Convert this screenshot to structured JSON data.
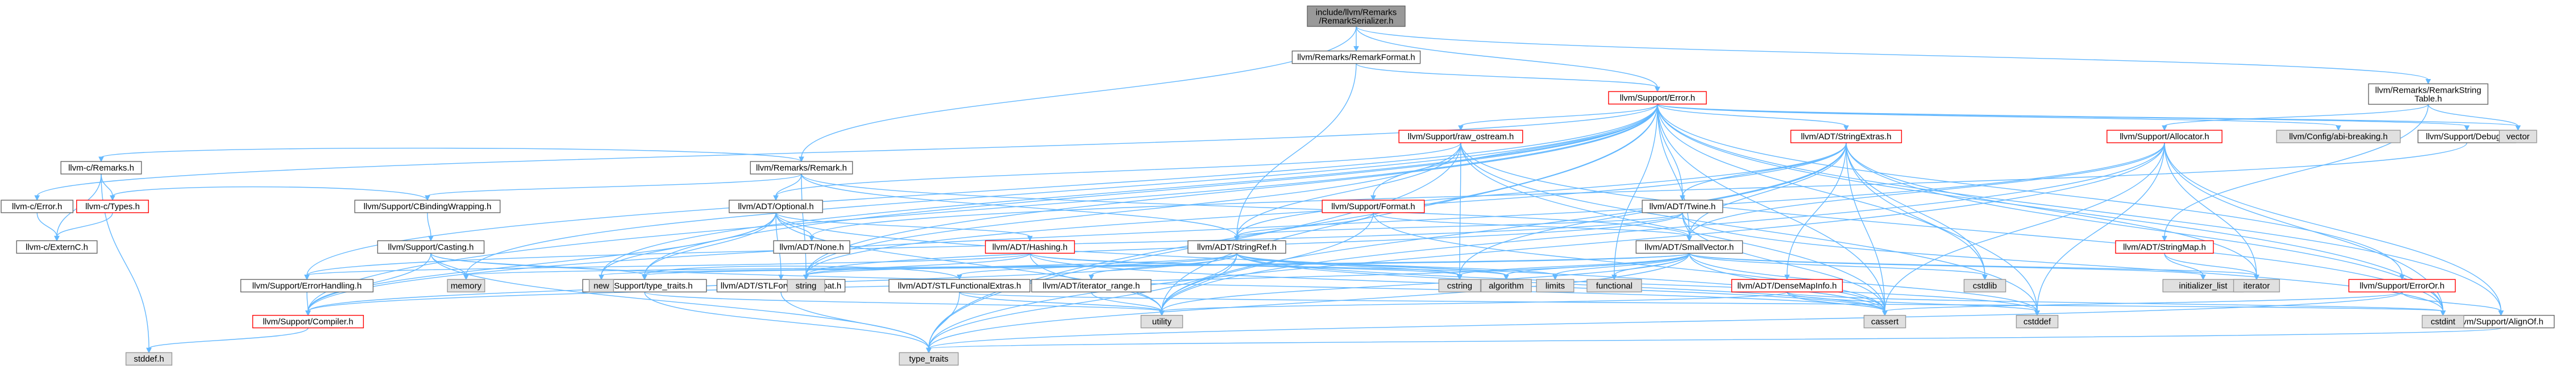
{
  "graph": {
    "colors": {
      "root_fill": "#999999",
      "root_stroke": "#666666",
      "file_fill": "#ffffff",
      "file_stroke": "#666666",
      "alert_stroke": "#ff0000",
      "system_fill": "#e0e0e0",
      "system_stroke": "#999999",
      "edge": "#63b8ff"
    },
    "nodes": [
      {
        "id": "root",
        "kind": "root",
        "lines": [
          "include/llvm/Remarks",
          "/RemarkSerializer.h"
        ]
      },
      {
        "id": "remarkformat",
        "kind": "file",
        "lines": [
          "llvm/Remarks/RemarkFormat.h"
        ]
      },
      {
        "id": "remarkstringtable",
        "kind": "file",
        "lines": [
          "llvm/Remarks/RemarkString",
          "Table.h"
        ]
      },
      {
        "id": "remark",
        "kind": "file",
        "lines": [
          "llvm/Remarks/Remark.h"
        ]
      },
      {
        "id": "supporterror",
        "kind": "alert",
        "lines": [
          "llvm/Support/Error.h"
        ]
      },
      {
        "id": "llvmcerror",
        "kind": "file",
        "lines": [
          "llvm-c/Error.h"
        ]
      },
      {
        "id": "llvmcremarks",
        "kind": "file",
        "lines": [
          "llvm-c/Remarks.h"
        ]
      },
      {
        "id": "llvmctypes",
        "kind": "alert",
        "lines": [
          "llvm-c/Types.h"
        ]
      },
      {
        "id": "llvmcexternc",
        "kind": "file",
        "lines": [
          "llvm-c/ExternC.h"
        ]
      },
      {
        "id": "cbindingwrapping",
        "kind": "file",
        "lines": [
          "llvm/Support/CBindingWrapping.h"
        ]
      },
      {
        "id": "casting",
        "kind": "file",
        "lines": [
          "llvm/Support/Casting.h"
        ]
      },
      {
        "id": "optional",
        "kind": "file",
        "lines": [
          "llvm/ADT/Optional.h"
        ]
      },
      {
        "id": "none",
        "kind": "file",
        "lines": [
          "llvm/ADT/None.h"
        ]
      },
      {
        "id": "hashing",
        "kind": "alert",
        "lines": [
          "llvm/ADT/Hashing.h"
        ]
      },
      {
        "id": "stlforwardcompat",
        "kind": "file",
        "lines": [
          "llvm/ADT/STLForwardCompat.h"
        ]
      },
      {
        "id": "rawostream",
        "kind": "alert",
        "lines": [
          "llvm/Support/raw_ostream.h"
        ]
      },
      {
        "id": "format",
        "kind": "alert",
        "lines": [
          "llvm/Support/Format.h"
        ]
      },
      {
        "id": "stringextras",
        "kind": "alert",
        "lines": [
          "llvm/ADT/StringExtras.h"
        ]
      },
      {
        "id": "twine",
        "kind": "file",
        "lines": [
          "llvm/ADT/Twine.h"
        ]
      },
      {
        "id": "stringref",
        "kind": "file",
        "lines": [
          "llvm/ADT/StringRef.h"
        ]
      },
      {
        "id": "smallvector",
        "kind": "file",
        "lines": [
          "llvm/ADT/SmallVector.h"
        ]
      },
      {
        "id": "stlfunctionalextras",
        "kind": "file",
        "lines": [
          "llvm/ADT/STLFunctionalExtras.h"
        ]
      },
      {
        "id": "iteratorrange",
        "kind": "file",
        "lines": [
          "llvm/ADT/iterator_range.h"
        ]
      },
      {
        "id": "densemapinfo",
        "kind": "alert",
        "lines": [
          "llvm/ADT/DenseMapInfo.h"
        ]
      },
      {
        "id": "allocator",
        "kind": "alert",
        "lines": [
          "llvm/Support/Allocator.h"
        ]
      },
      {
        "id": "stringmap",
        "kind": "alert",
        "lines": [
          "llvm/ADT/StringMap.h"
        ]
      },
      {
        "id": "errorhandling",
        "kind": "file",
        "lines": [
          "llvm/Support/ErrorHandling.h"
        ]
      },
      {
        "id": "compiler",
        "kind": "alert",
        "lines": [
          "llvm/Support/Compiler.h"
        ]
      },
      {
        "id": "typetraitsh",
        "kind": "file",
        "lines": [
          "llvm/Support/type_traits.h"
        ]
      },
      {
        "id": "configabi",
        "kind": "system",
        "lines": [
          "llvm/Config/abi-breaking.h"
        ]
      },
      {
        "id": "debug",
        "kind": "file",
        "lines": [
          "llvm/Support/Debug.h"
        ]
      },
      {
        "id": "erroror",
        "kind": "alert",
        "lines": [
          "llvm/Support/ErrorOr.h"
        ]
      },
      {
        "id": "alignof",
        "kind": "file",
        "lines": [
          "llvm/Support/AlignOf.h"
        ]
      },
      {
        "id": "stddef",
        "kind": "system",
        "lines": [
          "stddef.h"
        ]
      },
      {
        "id": "memory",
        "kind": "system",
        "lines": [
          "memory"
        ]
      },
      {
        "id": "new",
        "kind": "system",
        "lines": [
          "new"
        ]
      },
      {
        "id": "string",
        "kind": "system",
        "lines": [
          "string"
        ]
      },
      {
        "id": "utility",
        "kind": "system",
        "lines": [
          "utility"
        ]
      },
      {
        "id": "typetraits",
        "kind": "system",
        "lines": [
          "type_traits"
        ]
      },
      {
        "id": "cstring",
        "kind": "system",
        "lines": [
          "cstring"
        ]
      },
      {
        "id": "algorithm",
        "kind": "system",
        "lines": [
          "algorithm"
        ]
      },
      {
        "id": "limits",
        "kind": "system",
        "lines": [
          "limits"
        ]
      },
      {
        "id": "functional",
        "kind": "system",
        "lines": [
          "functional"
        ]
      },
      {
        "id": "cstdlib",
        "kind": "system",
        "lines": [
          "cstdlib"
        ]
      },
      {
        "id": "cassert",
        "kind": "system",
        "lines": [
          "cassert"
        ]
      },
      {
        "id": "cstddef",
        "kind": "system",
        "lines": [
          "cstddef"
        ]
      },
      {
        "id": "initializerlist",
        "kind": "system",
        "lines": [
          "initializer_list"
        ]
      },
      {
        "id": "iterator",
        "kind": "system",
        "lines": [
          "iterator"
        ]
      },
      {
        "id": "cstdint",
        "kind": "system",
        "lines": [
          "cstdint"
        ]
      },
      {
        "id": "vector",
        "kind": "system",
        "lines": [
          "vector"
        ]
      }
    ],
    "edges": [
      [
        "root",
        "remarkformat"
      ],
      [
        "root",
        "remarkstringtable"
      ],
      [
        "root",
        "remark"
      ],
      [
        "root",
        "supporterror"
      ],
      [
        "remarkformat",
        "stringref"
      ],
      [
        "remarkformat",
        "supporterror"
      ],
      [
        "remarkstringtable",
        "allocator"
      ],
      [
        "remarkstringtable",
        "stringmap"
      ],
      [
        "remarkstringtable",
        "vector"
      ],
      [
        "remark",
        "llvmcremarks"
      ],
      [
        "remark",
        "optional"
      ],
      [
        "remark",
        "smallvector"
      ],
      [
        "remark",
        "stringref"
      ],
      [
        "remark",
        "cbindingwrapping"
      ],
      [
        "remark",
        "string"
      ],
      [
        "supporterror",
        "llvmcerror"
      ],
      [
        "supporterror",
        "configabi"
      ],
      [
        "supporterror",
        "stringextras"
      ],
      [
        "supporterror",
        "twine"
      ],
      [
        "supporterror",
        "debug"
      ],
      [
        "supporterror",
        "erroror"
      ],
      [
        "supporterror",
        "format"
      ],
      [
        "supporterror",
        "rawostream"
      ],
      [
        "supporterror",
        "compiler"
      ],
      [
        "supporterror",
        "errorhandling"
      ],
      [
        "supporterror",
        "smallvector"
      ],
      [
        "supporterror",
        "alignof"
      ],
      [
        "supporterror",
        "cstdint"
      ],
      [
        "supporterror",
        "cstdlib"
      ],
      [
        "supporterror",
        "functional"
      ],
      [
        "supporterror",
        "memory"
      ],
      [
        "supporterror",
        "new"
      ],
      [
        "supporterror",
        "string"
      ],
      [
        "supporterror",
        "typetraits"
      ],
      [
        "supporterror",
        "utility"
      ],
      [
        "supporterror",
        "vector"
      ],
      [
        "supporterror",
        "typetraitsh"
      ],
      [
        "supporterror",
        "cassert"
      ],
      [
        "llvmcerror",
        "llvmcexternc"
      ],
      [
        "llvmcremarks",
        "llvmctypes"
      ],
      [
        "llvmcremarks",
        "llvmcexternc"
      ],
      [
        "llvmcremarks",
        "stddef"
      ],
      [
        "llvmctypes",
        "llvmcexternc"
      ],
      [
        "cbindingwrapping",
        "casting"
      ],
      [
        "cbindingwrapping",
        "llvmctypes"
      ],
      [
        "casting",
        "compiler"
      ],
      [
        "casting",
        "typetraitsh"
      ],
      [
        "casting",
        "cassert"
      ],
      [
        "casting",
        "memory"
      ],
      [
        "casting",
        "typetraits"
      ],
      [
        "optional",
        "hashing"
      ],
      [
        "optional",
        "none"
      ],
      [
        "optional",
        "stlforwardcompat"
      ],
      [
        "optional",
        "compiler"
      ],
      [
        "optional",
        "typetraitsh"
      ],
      [
        "optional",
        "cassert"
      ],
      [
        "optional",
        "new"
      ],
      [
        "optional",
        "utility"
      ],
      [
        "hashing",
        "errorhandling"
      ],
      [
        "hashing",
        "algorithm"
      ],
      [
        "hashing",
        "cassert"
      ],
      [
        "hashing",
        "cstring"
      ],
      [
        "hashing",
        "string"
      ],
      [
        "hashing",
        "tuple"
      ],
      [
        "hashing",
        "utility"
      ],
      [
        "stlforwardcompat",
        "typetraits"
      ],
      [
        "rawostream",
        "stringref"
      ],
      [
        "rawostream",
        "optional"
      ],
      [
        "rawostream",
        "cassert"
      ],
      [
        "rawostream",
        "cstddef"
      ],
      [
        "rawostream",
        "cstdint"
      ],
      [
        "rawostream",
        "cstring"
      ],
      [
        "rawostream",
        "string"
      ],
      [
        "rawostream",
        "typetraits"
      ],
      [
        "format",
        "stringref"
      ],
      [
        "format",
        "smallvector"
      ],
      [
        "format",
        "cassert"
      ],
      [
        "format",
        "utility"
      ],
      [
        "format",
        "cstdio"
      ],
      [
        "stringextras",
        "stringref"
      ],
      [
        "stringextras",
        "twine"
      ],
      [
        "stringextras",
        "smallvector"
      ],
      [
        "stringextras",
        "densemapinfo"
      ],
      [
        "stringextras",
        "cassert"
      ],
      [
        "stringextras",
        "cstddef"
      ],
      [
        "stringextras",
        "cstdint"
      ],
      [
        "stringextras",
        "cstdlib"
      ],
      [
        "stringextras",
        "cstring"
      ],
      [
        "stringextras",
        "iterator"
      ],
      [
        "stringextras",
        "string"
      ],
      [
        "stringextras",
        "utility"
      ],
      [
        "twine",
        "smallvector"
      ],
      [
        "twine",
        "stringref"
      ],
      [
        "twine",
        "errorhandling"
      ],
      [
        "twine",
        "cassert"
      ],
      [
        "twine",
        "cstdint"
      ],
      [
        "twine",
        "string"
      ],
      [
        "stringref",
        "stlfunctionalextras"
      ],
      [
        "stringref",
        "iteratorrange"
      ],
      [
        "stringref",
        "compiler"
      ],
      [
        "stringref",
        "algorithm"
      ],
      [
        "stringref",
        "cassert"
      ],
      [
        "stringref",
        "cstddef"
      ],
      [
        "stringref",
        "cstring"
      ],
      [
        "stringref",
        "limits"
      ],
      [
        "stringref",
        "string"
      ],
      [
        "stringref",
        "typetraits"
      ],
      [
        "stringref",
        "utility"
      ],
      [
        "smallvector",
        "compiler"
      ],
      [
        "smallvector",
        "typetraitsh"
      ],
      [
        "smallvector",
        "algorithm"
      ],
      [
        "smallvector",
        "cassert"
      ],
      [
        "smallvector",
        "cstddef"
      ],
      [
        "smallvector",
        "cstdlib"
      ],
      [
        "smallvector",
        "cstring"
      ],
      [
        "smallvector",
        "functional"
      ],
      [
        "smallvector",
        "initializerlist"
      ],
      [
        "smallvector",
        "iterator"
      ],
      [
        "smallvector",
        "limits"
      ],
      [
        "smallvector",
        "memory"
      ],
      [
        "smallvector",
        "new"
      ],
      [
        "smallvector",
        "typetraits"
      ],
      [
        "smallvector",
        "utility"
      ],
      [
        "stlfunctionalextras",
        "typetraitsh"
      ],
      [
        "stlfunctionalextras",
        "typetraits"
      ],
      [
        "stlfunctionalextras",
        "utility"
      ],
      [
        "stlfunctionalextras",
        "cstdint"
      ],
      [
        "iteratorrange",
        "utility"
      ],
      [
        "densemapinfo",
        "cassert"
      ],
      [
        "densemapinfo",
        "cstddef"
      ],
      [
        "densemapinfo",
        "cstdint"
      ],
      [
        "densemapinfo",
        "tuple"
      ],
      [
        "densemapinfo",
        "utility"
      ],
      [
        "allocator",
        "smallvector"
      ],
      [
        "allocator",
        "alignof"
      ],
      [
        "allocator",
        "compiler"
      ],
      [
        "allocator",
        "cassert"
      ],
      [
        "allocator",
        "cstddef"
      ],
      [
        "allocator",
        "cstdint"
      ],
      [
        "allocator",
        "iterator"
      ],
      [
        "allocator",
        "typetraits"
      ],
      [
        "allocator",
        "utility"
      ],
      [
        "stringmap",
        "initializerlist"
      ],
      [
        "stringmap",
        "iterator"
      ],
      [
        "errorhandling",
        "compiler"
      ],
      [
        "compiler",
        "stddef"
      ],
      [
        "typetraitsh",
        "typetraits"
      ],
      [
        "typetraitsh",
        "utility"
      ],
      [
        "erroror",
        "alignof"
      ],
      [
        "erroror",
        "cassert"
      ],
      [
        "erroror",
        "typetraits"
      ],
      [
        "alignof",
        "typetraits"
      ],
      [
        "debug",
        "none"
      ]
    ]
  }
}
